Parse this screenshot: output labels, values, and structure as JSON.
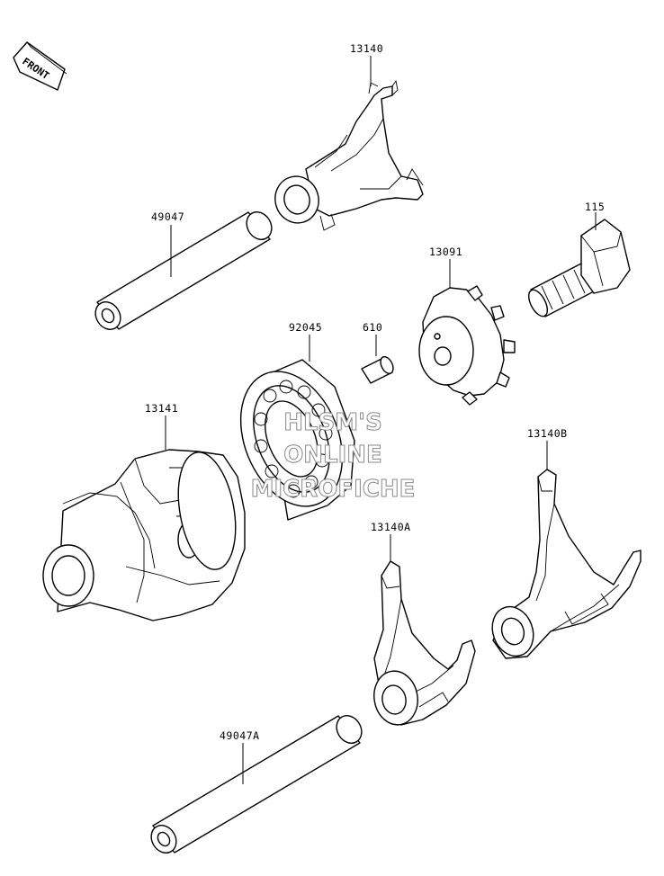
{
  "front_badge": {
    "text": "FRONT"
  },
  "parts": [
    {
      "id": "fork-13140",
      "number": "13140"
    },
    {
      "id": "shaft-49047",
      "number": "49047"
    },
    {
      "id": "bolt-115",
      "number": "115"
    },
    {
      "id": "holder-13091",
      "number": "13091"
    },
    {
      "id": "bearing-92045",
      "number": "92045"
    },
    {
      "id": "pin-610",
      "number": "610"
    },
    {
      "id": "drum-13141",
      "number": "13141"
    },
    {
      "id": "fork-13140b",
      "number": "13140B"
    },
    {
      "id": "fork-13140a",
      "number": "13140A"
    },
    {
      "id": "shaft-49047a",
      "number": "49047A"
    }
  ],
  "watermark": {
    "line1": "HLSM'S",
    "line2": "ONLINE",
    "line3": "MICROFICHE"
  }
}
